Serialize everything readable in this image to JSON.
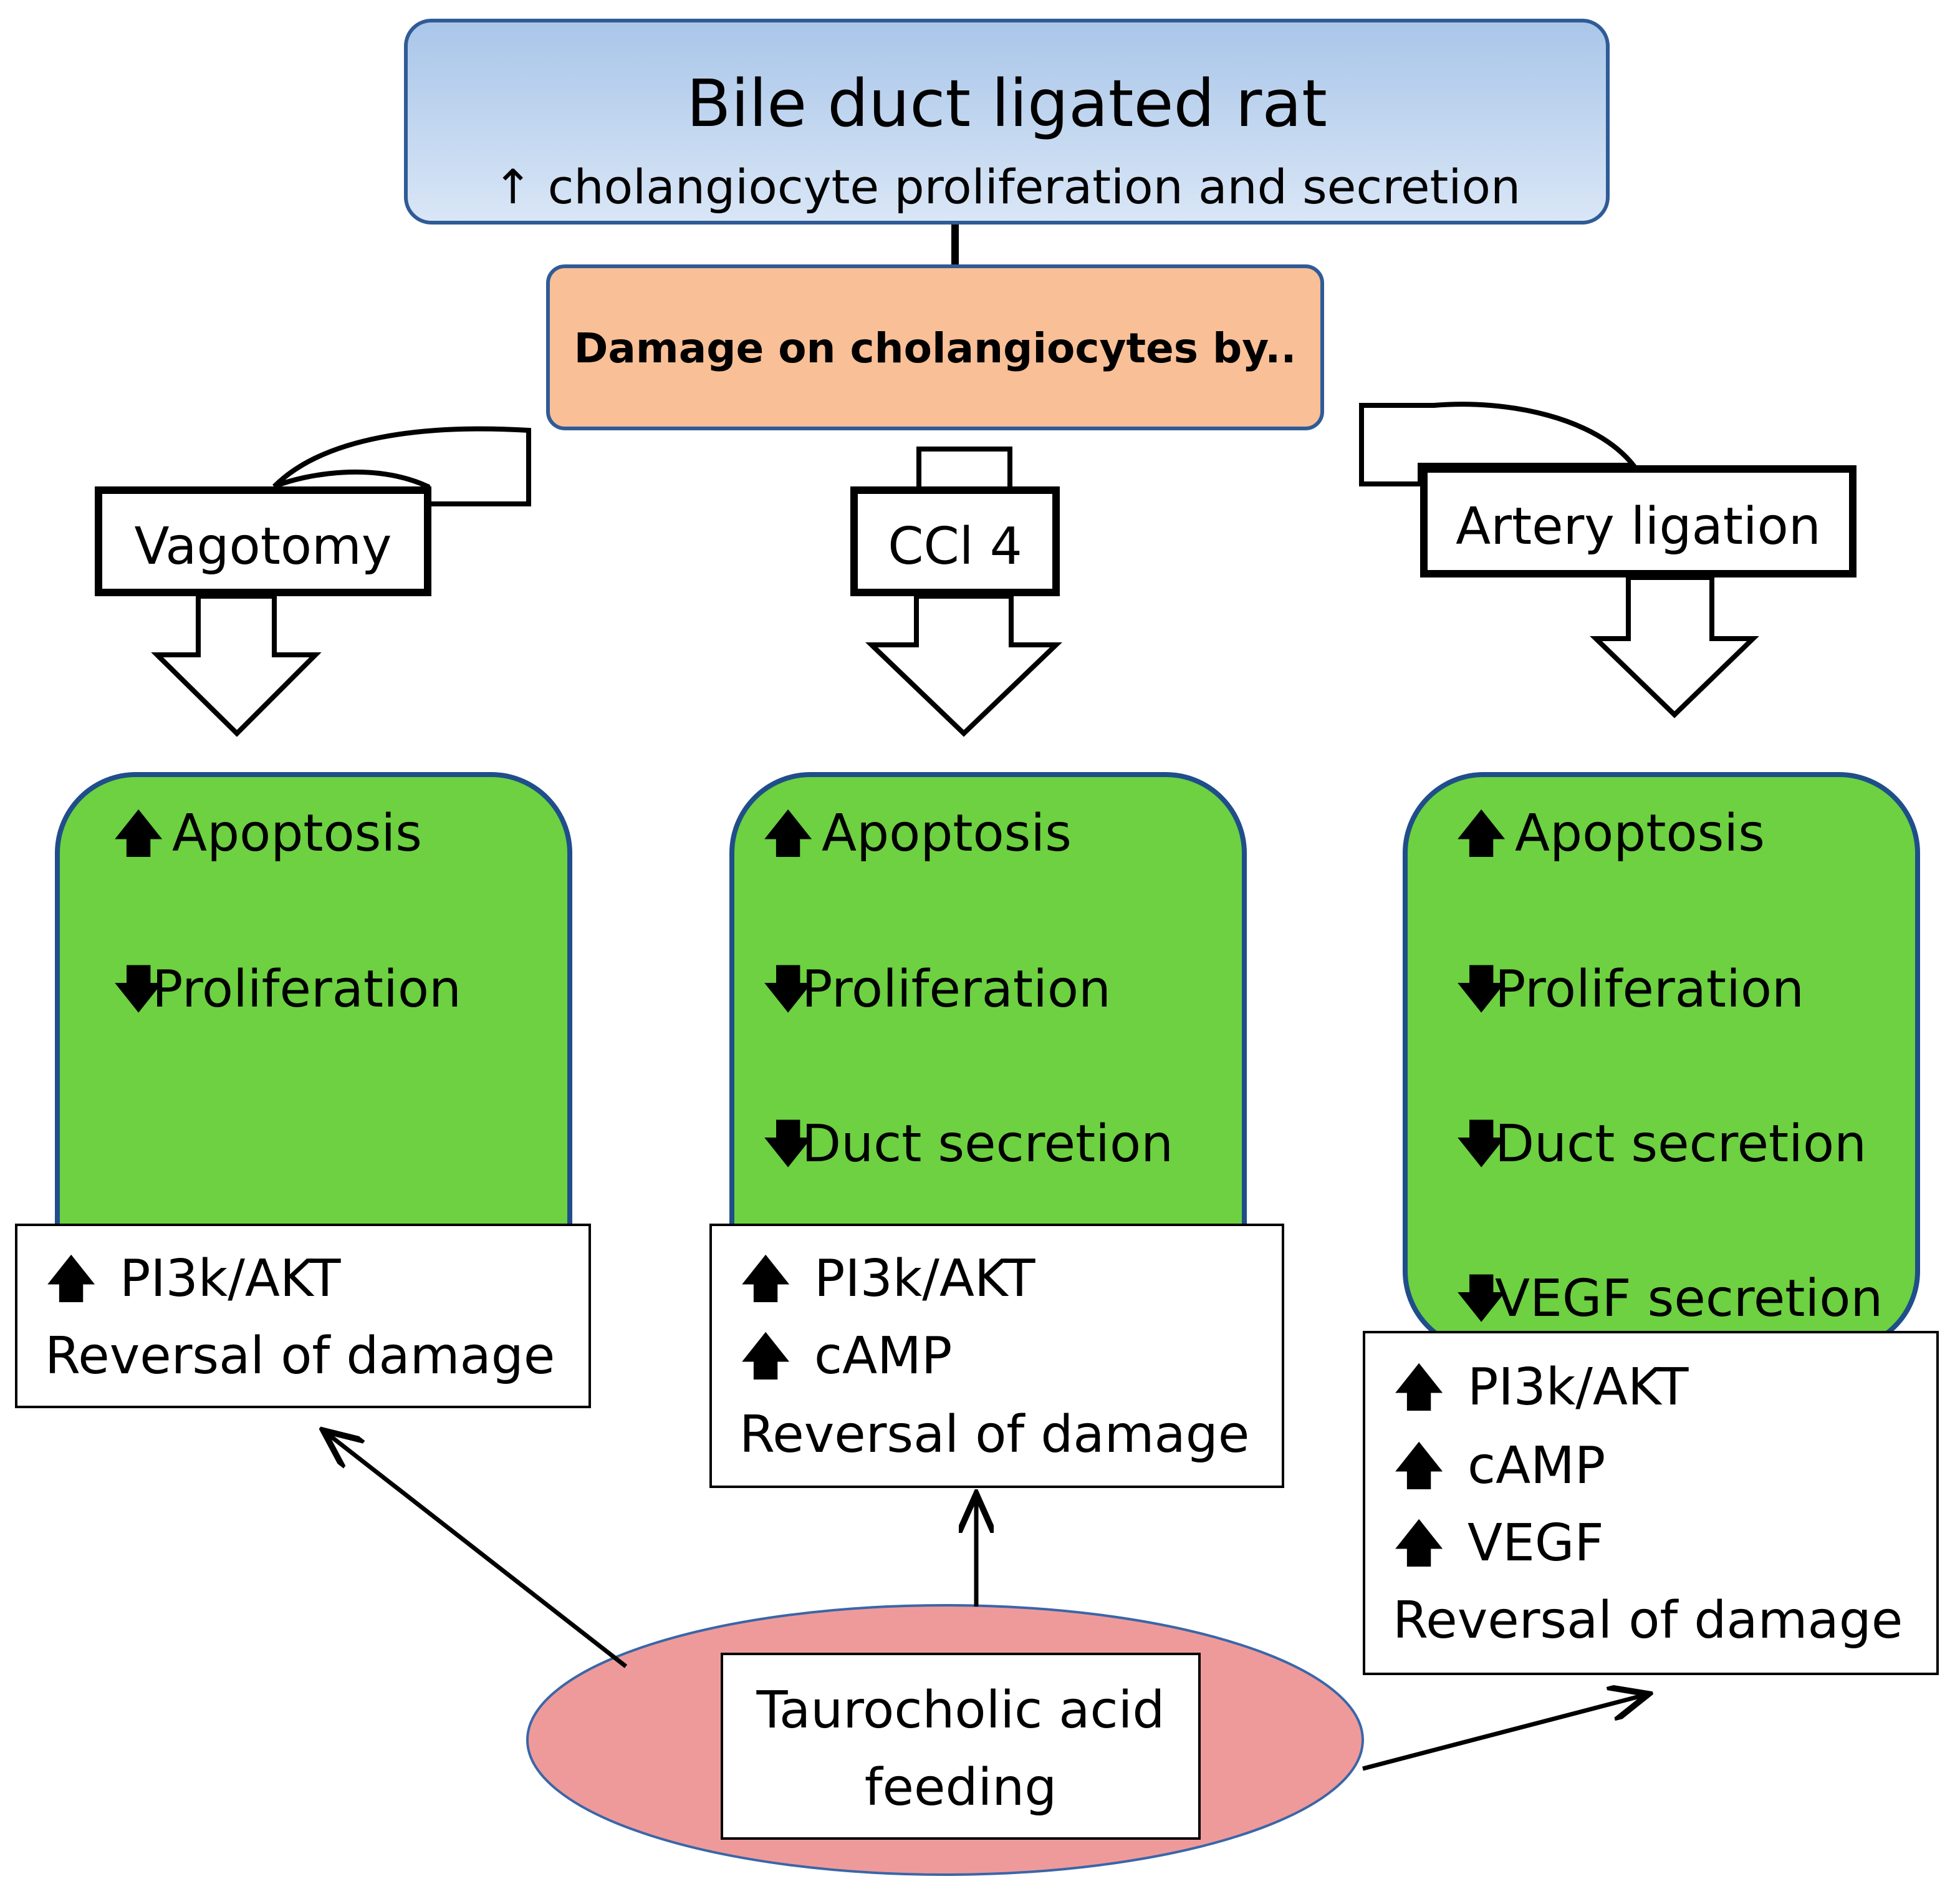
{
  "top_box": {
    "title": "Bile duct ligated rat",
    "subtitle": "↑ cholangiocyte proliferation and secretion"
  },
  "damage_box": {
    "label": "Damage on cholangiocytes by.."
  },
  "treatments": [
    {
      "label": "Vagotomy"
    },
    {
      "label": "CCl 4"
    },
    {
      "label": "Artery ligation"
    }
  ],
  "outcomes": [
    {
      "items": [
        {
          "arrow": "🡅",
          "label": "Apoptosis"
        },
        {
          "arrow": "🡇",
          "label": "Proliferation"
        }
      ]
    },
    {
      "items": [
        {
          "arrow": "🡅",
          "label": "Apoptosis"
        },
        {
          "arrow": "🡇",
          "label": "Proliferation"
        },
        {
          "arrow": "🡇",
          "label": "Duct secretion"
        }
      ]
    },
    {
      "items": [
        {
          "arrow": "🡅",
          "label": "Apoptosis"
        },
        {
          "arrow": "🡇",
          "label": "Proliferation"
        },
        {
          "arrow": "🡇",
          "label": "Duct secretion"
        },
        {
          "arrow": "🡇",
          "label": "VEGF secretion"
        }
      ]
    }
  ],
  "results": [
    {
      "items": [
        {
          "arrow": "🡅",
          "label": "PI3k/AKT"
        },
        {
          "arrow": "",
          "label": "Reversal of damage"
        }
      ]
    },
    {
      "items": [
        {
          "arrow": "🡅",
          "label": "PI3k/AKT"
        },
        {
          "arrow": "🡅",
          "label": "cAMP"
        },
        {
          "arrow": "",
          "label": "Reversal of damage"
        }
      ]
    },
    {
      "items": [
        {
          "arrow": "🡅",
          "label": "PI3k/AKT"
        },
        {
          "arrow": "🡅",
          "label": "cAMP"
        },
        {
          "arrow": "🡅",
          "label": "VEGF"
        },
        {
          "arrow": "",
          "label": "Reversal of damage"
        }
      ]
    }
  ],
  "treatment_node": {
    "line1": "Taurocholic acid",
    "line2": "feeding"
  },
  "colors": {
    "top_box": "#a9c6e9",
    "damage_box": "#f9bf96",
    "outcome_box": "#6dd141",
    "ellipse": "#ef9a9a",
    "border_blue": "#2f5b96"
  }
}
